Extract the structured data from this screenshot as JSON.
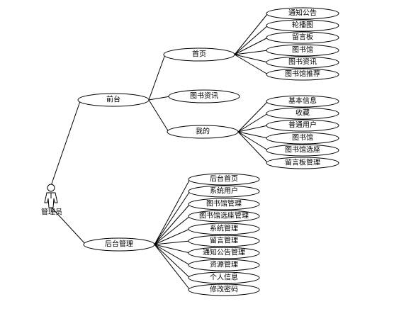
{
  "actor": {
    "label": "管理员",
    "icon": "person-icon"
  },
  "groups": [
    {
      "label": "前台",
      "children": [
        {
          "label": "首页",
          "children": [
            "通知公告",
            "轮播图",
            "留言板",
            "图书馆",
            "图书资讯",
            "图书馆推荐"
          ]
        },
        {
          "label": "图书资讯",
          "children": []
        },
        {
          "label": "我的",
          "children": [
            "基本信息",
            "收藏",
            "普通用户",
            "图书馆",
            "图书馆选座",
            "留言板管理"
          ]
        }
      ]
    },
    {
      "label": "后台管理",
      "children": [
        {
          "label": "后台首页"
        },
        {
          "label": "系统用户"
        },
        {
          "label": "图书馆管理"
        },
        {
          "label": "图书馆选座管理"
        },
        {
          "label": "系统管理"
        },
        {
          "label": "留言管理"
        },
        {
          "label": "通知公告管理"
        },
        {
          "label": "资源管理"
        },
        {
          "label": "个人信息"
        },
        {
          "label": "修改密码"
        }
      ]
    }
  ]
}
